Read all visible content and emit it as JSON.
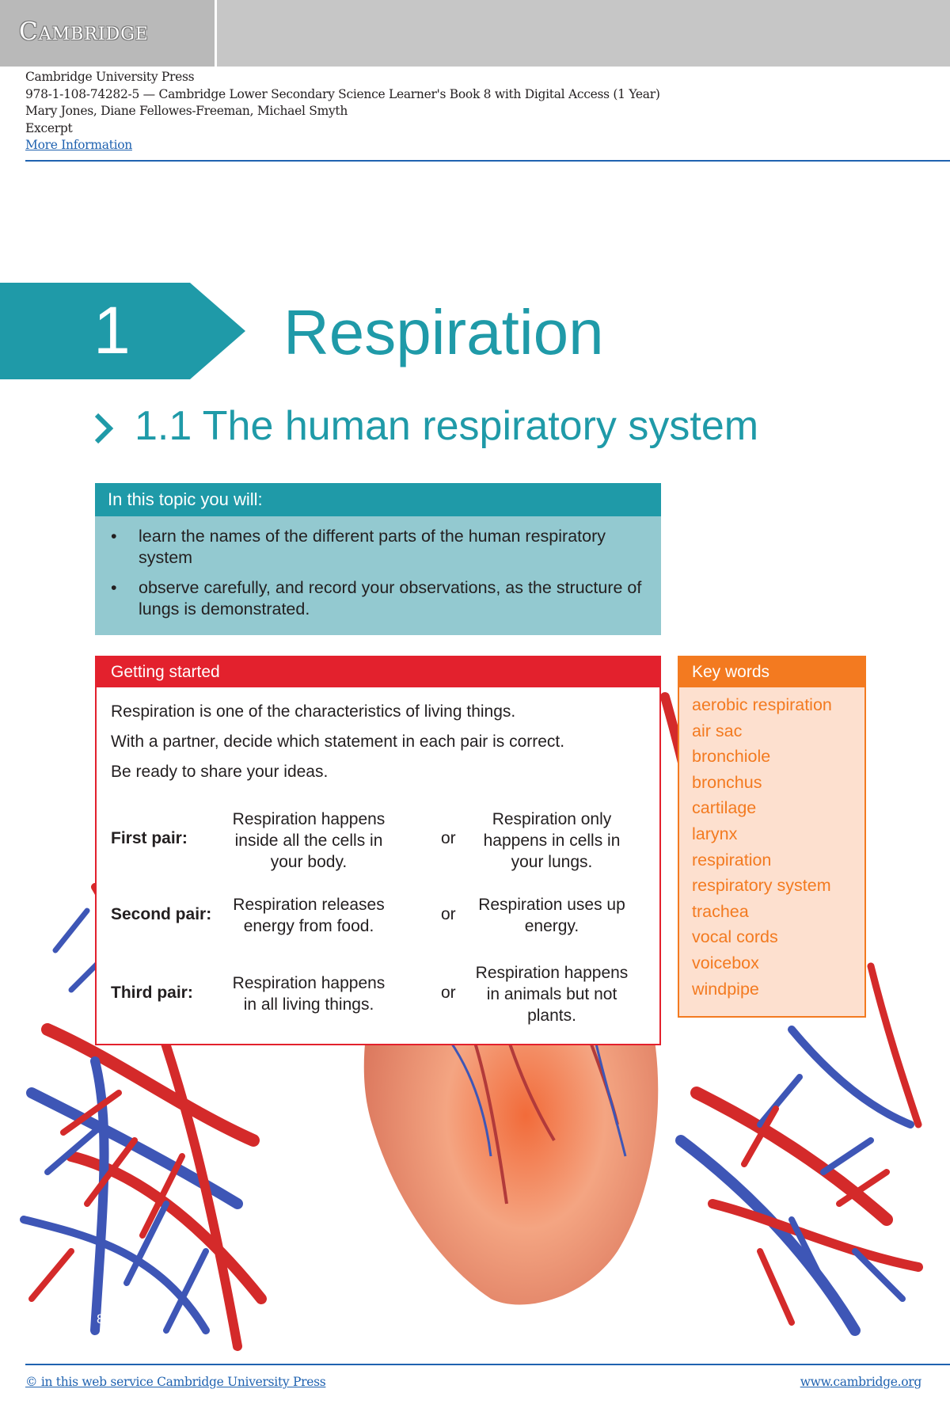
{
  "header": {
    "logo_text": "Cambridge",
    "publisher": "Cambridge University Press",
    "isbn_title": "978-1-108-74282-5 — Cambridge Lower Secondary Science Learner's Book 8 with Digital Access (1 Year)",
    "authors": "Mary Jones, Diane Fellowes-Freeman, Michael Smyth",
    "excerpt": "Excerpt",
    "more_info": "More Information"
  },
  "chapter": {
    "number": "1",
    "title": "Respiration"
  },
  "section": {
    "title": "1.1  The human respiratory system"
  },
  "topic_box": {
    "heading": "In this topic you will:",
    "items": [
      "learn the names of the different parts of the human respiratory system",
      "observe carefully, and record your observations, as the structure of lungs is demonstrated."
    ]
  },
  "getting_started": {
    "heading": "Getting started",
    "intro": [
      "Respiration is one of the characteristics of living things.",
      "With a partner, decide which statement in each pair is correct.",
      "Be ready to share your ideas."
    ],
    "or_word": "or",
    "pairs": [
      {
        "label": "First pair:",
        "a": "Respiration happens inside all the cells in your body.",
        "b": "Respiration only happens in cells in your lungs."
      },
      {
        "label": "Second pair:",
        "a": "Respiration releases energy from food.",
        "b": "Respiration uses up energy."
      },
      {
        "label": "Third pair:",
        "a": "Respiration happens in all living things.",
        "b": "Respiration happens in animals but not plants."
      }
    ]
  },
  "key_words": {
    "heading": "Key words",
    "items": [
      "aerobic respiration",
      "air sac",
      "bronchiole",
      "bronchus",
      "cartilage",
      "larynx",
      "respiration",
      "respiratory system",
      "trachea",
      "vocal cords",
      "voicebox",
      "windpipe"
    ]
  },
  "footer": {
    "page_number": "8",
    "copyright": "© in this web service Cambridge University Press",
    "website": "www.cambridge.org"
  },
  "colors": {
    "teal": "#1f9aa8",
    "teal_light": "#93c9d0",
    "red": "#e3212d",
    "orange": "#f37a20",
    "orange_light": "#fde0cf",
    "link_blue": "#1f62b0"
  }
}
